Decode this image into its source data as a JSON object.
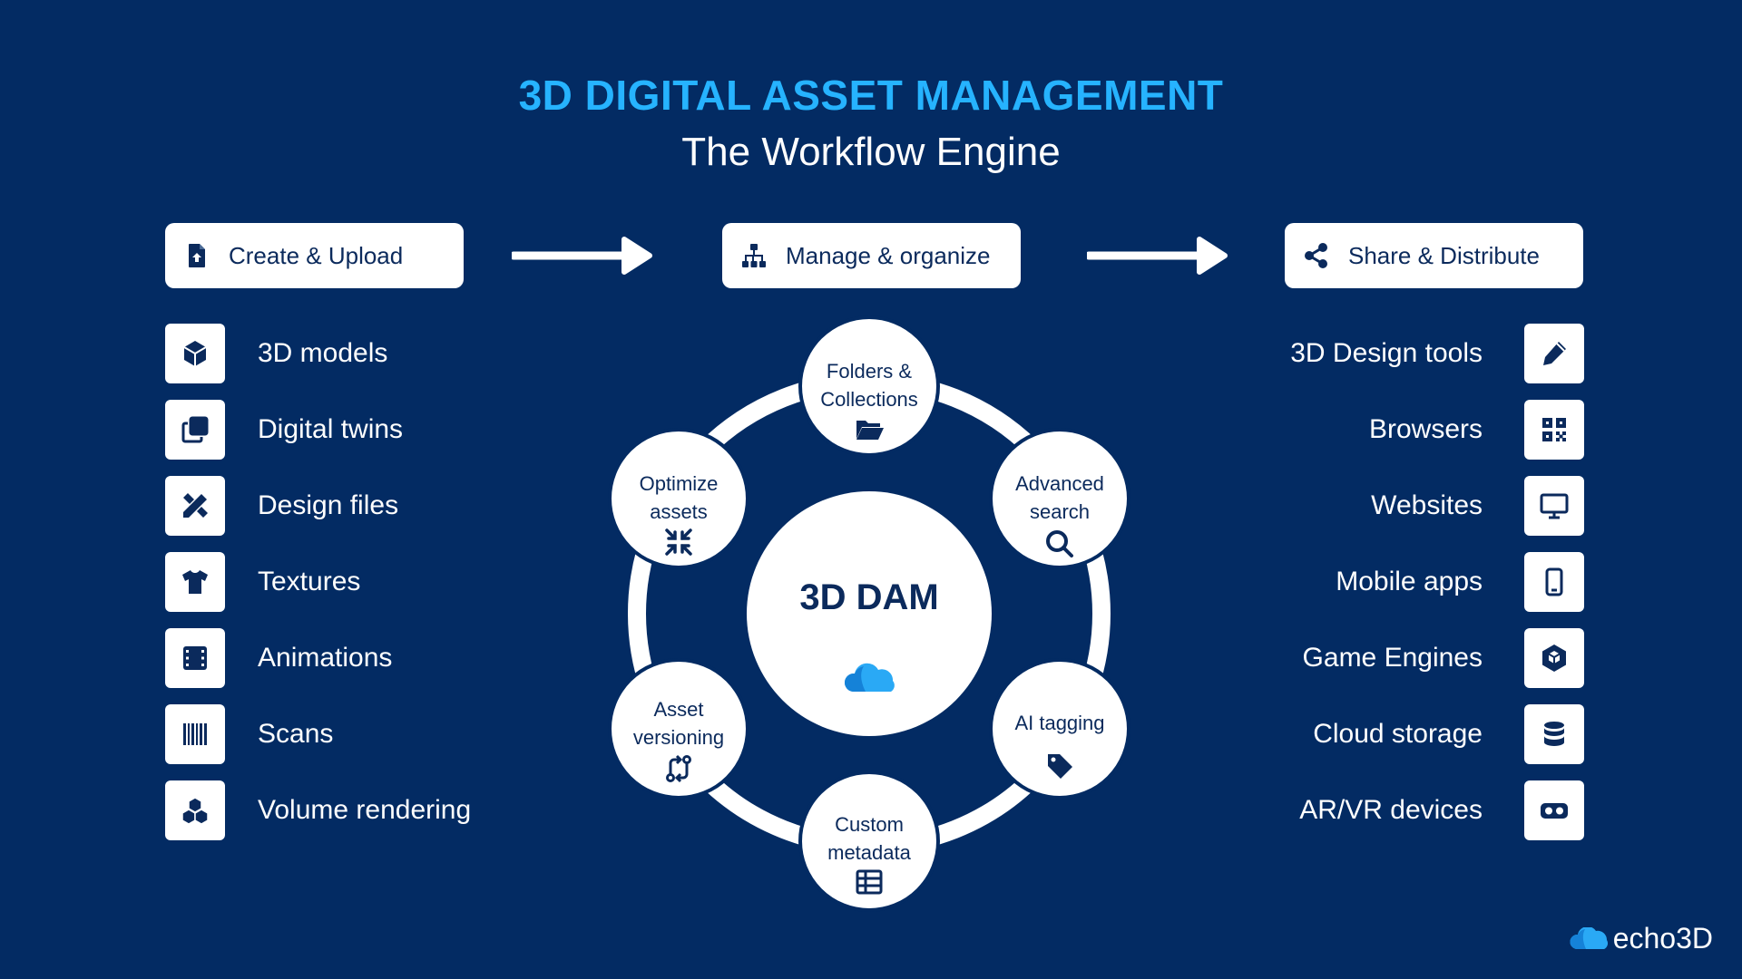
{
  "header": {
    "title": "3D DIGITAL ASSET MANAGEMENT",
    "subtitle": "The Workflow Engine"
  },
  "stages": [
    {
      "label": "Create & Upload",
      "icon": "file-upload-icon"
    },
    {
      "label": "Manage & organize",
      "icon": "sitemap-icon"
    },
    {
      "label": "Share & Distribute",
      "icon": "share-icon"
    }
  ],
  "inputs": [
    {
      "label": "3D models",
      "icon": "cube-icon"
    },
    {
      "label": "Digital twins",
      "icon": "clone-icon"
    },
    {
      "label": "Design files",
      "icon": "pencil-ruler-icon"
    },
    {
      "label": "Textures",
      "icon": "shirt-icon"
    },
    {
      "label": "Animations",
      "icon": "film-icon"
    },
    {
      "label": "Scans",
      "icon": "barcode-icon"
    },
    {
      "label": "Volume rendering",
      "icon": "cubes-icon"
    }
  ],
  "outputs": [
    {
      "label": "3D Design tools",
      "icon": "pen-icon"
    },
    {
      "label": "Browsers",
      "icon": "qrcode-icon"
    },
    {
      "label": "Websites",
      "icon": "monitor-icon"
    },
    {
      "label": "Mobile apps",
      "icon": "mobile-icon"
    },
    {
      "label": "Game Engines",
      "icon": "unity-icon"
    },
    {
      "label": "Cloud storage",
      "icon": "database-icon"
    },
    {
      "label": "AR/VR devices",
      "icon": "vr-headset-icon"
    }
  ],
  "hub": {
    "center": "3D DAM",
    "center_icon": "cloud-icon",
    "nodes": [
      {
        "lines": [
          "Folders &",
          "Collections"
        ],
        "icon": "folder-open-icon"
      },
      {
        "lines": [
          "Advanced",
          "search"
        ],
        "icon": "search-icon"
      },
      {
        "lines": [
          "AI tagging"
        ],
        "icon": "tag-icon"
      },
      {
        "lines": [
          "Custom",
          "metadata"
        ],
        "icon": "table-icon"
      },
      {
        "lines": [
          "Asset",
          "versioning"
        ],
        "icon": "code-compare-icon"
      },
      {
        "lines": [
          "Optimize",
          "assets"
        ],
        "icon": "compress-icon"
      }
    ]
  },
  "brand": {
    "name": "echo3D",
    "icon": "cloud-logo-icon"
  },
  "colors": {
    "background": "#032b63",
    "accent": "#26b3ff",
    "ink": "#0b2a5c",
    "white": "#ffffff"
  }
}
